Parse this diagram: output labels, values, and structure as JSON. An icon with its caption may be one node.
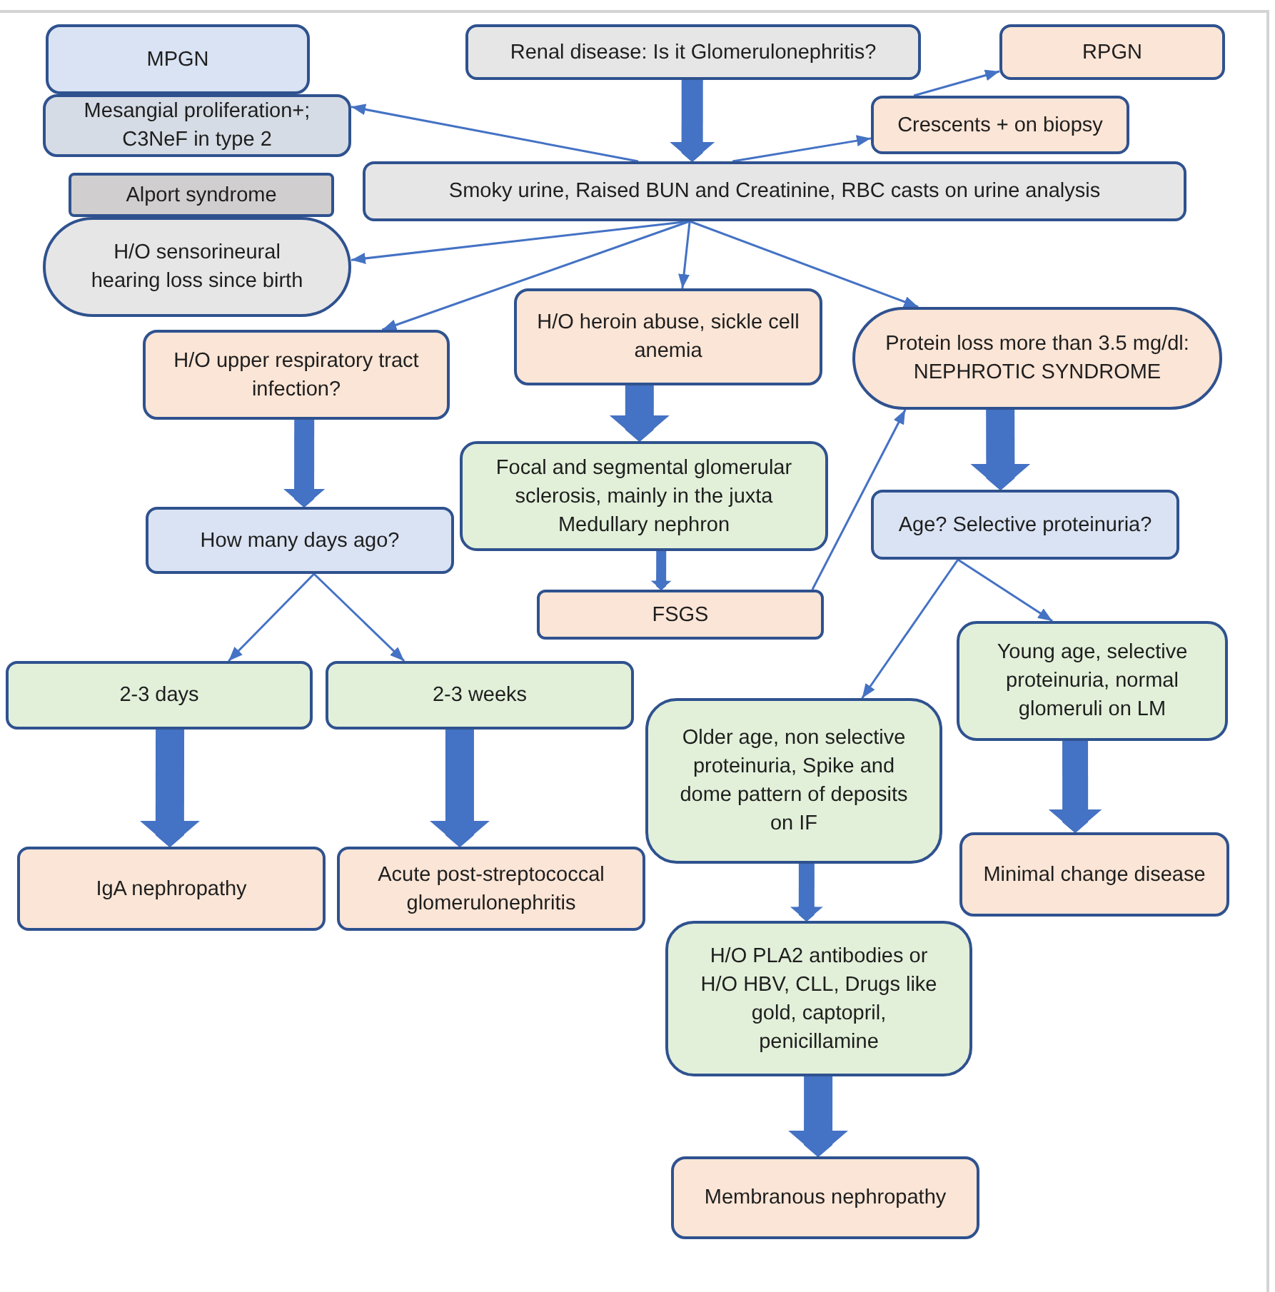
{
  "diagram": {
    "nodes": [
      {
        "text": [
          "MPGN"
        ]
      },
      {
        "text": [
          "Mesangial proliferation+; C3NeF in type 2"
        ]
      },
      {
        "text": [
          "Renal disease: Is it Glomerulonephritis?"
        ]
      },
      {
        "text": [
          "RPGN"
        ]
      },
      {
        "text": [
          "Crescents + on biopsy"
        ]
      },
      {
        "text": [
          "Smoky urine, Raised BUN and Creatinine, RBC casts on urine analysis"
        ]
      },
      {
        "text": [
          "Alport syndrome"
        ]
      },
      {
        "text": [
          "H/O sensorineural hearing loss since birth"
        ]
      },
      {
        "text": [
          "H/O upper respiratory tract infection?"
        ]
      },
      {
        "text": [
          "H/O heroin abuse, sickle cell anemia"
        ]
      },
      {
        "text": [
          "Protein loss more than 3.5 mg/dl: NEPHROTIC SYNDROME"
        ]
      },
      {
        "text": [
          "Focal and segmental glomerular sclerosis, mainly in the juxta Medullary nephron"
        ]
      },
      {
        "text": [
          "How many days ago?"
        ]
      },
      {
        "text": [
          "Age? Selective proteinuria?"
        ]
      },
      {
        "text": [
          "FSGS"
        ]
      },
      {
        "text": [
          "2-3 days"
        ]
      },
      {
        "text": [
          "2-3 weeks"
        ]
      },
      {
        "text": [
          "Young age, selective proteinuria, normal glomeruli on LM"
        ]
      },
      {
        "text": [
          "Older age, non selective proteinuria, Spike and dome pattern of deposits on IF"
        ]
      },
      {
        "text": [
          "IgA nephropathy"
        ]
      },
      {
        "text": [
          "Acute post-streptococcal glomerulonephritis"
        ]
      },
      {
        "text": [
          "Minimal change disease"
        ]
      },
      {
        "text": [
          "H/O PLA2 antibodies or H/O HBV, CLL, Drugs like gold, captopril, penicillamine"
        ]
      },
      {
        "text": [
          "Membranous nephropathy"
        ]
      }
    ],
    "edges": [
      {
        "from": 2,
        "to": 5,
        "arrow": "to",
        "style": "thick"
      },
      {
        "from": 5,
        "to": 1,
        "arrow": "to"
      },
      {
        "from": 5,
        "to": 4,
        "arrow": "to"
      },
      {
        "from": 4,
        "to": 3,
        "arrow": "to"
      },
      {
        "from": 5,
        "to": 7,
        "arrow": "to"
      },
      {
        "from": 5,
        "to": 8,
        "arrow": "to"
      },
      {
        "from": 5,
        "to": 9,
        "arrow": "to"
      },
      {
        "from": 5,
        "to": 10,
        "arrow": "to"
      },
      {
        "from": 8,
        "to": 12,
        "arrow": "to",
        "style": "thick"
      },
      {
        "from": 9,
        "to": 11,
        "arrow": "to",
        "style": "thick"
      },
      {
        "from": 11,
        "to": 14,
        "arrow": "to",
        "style": "thick"
      },
      {
        "from": 14,
        "to": 10,
        "arrow": "to"
      },
      {
        "from": 10,
        "to": 13,
        "arrow": "to",
        "style": "thick"
      },
      {
        "from": 12,
        "to": 15,
        "arrow": "to"
      },
      {
        "from": 12,
        "to": 16,
        "arrow": "to"
      },
      {
        "from": 13,
        "to": 17,
        "arrow": "to"
      },
      {
        "from": 13,
        "to": 18,
        "arrow": "to"
      },
      {
        "from": 15,
        "to": 19,
        "arrow": "to",
        "style": "thick"
      },
      {
        "from": 16,
        "to": 20,
        "arrow": "to",
        "style": "thick"
      },
      {
        "from": 17,
        "to": 21,
        "arrow": "to",
        "style": "thick"
      },
      {
        "from": 18,
        "to": 22,
        "arrow": "to",
        "style": "thick"
      },
      {
        "from": 22,
        "to": 23,
        "arrow": "to",
        "style": "thick"
      }
    ]
  }
}
